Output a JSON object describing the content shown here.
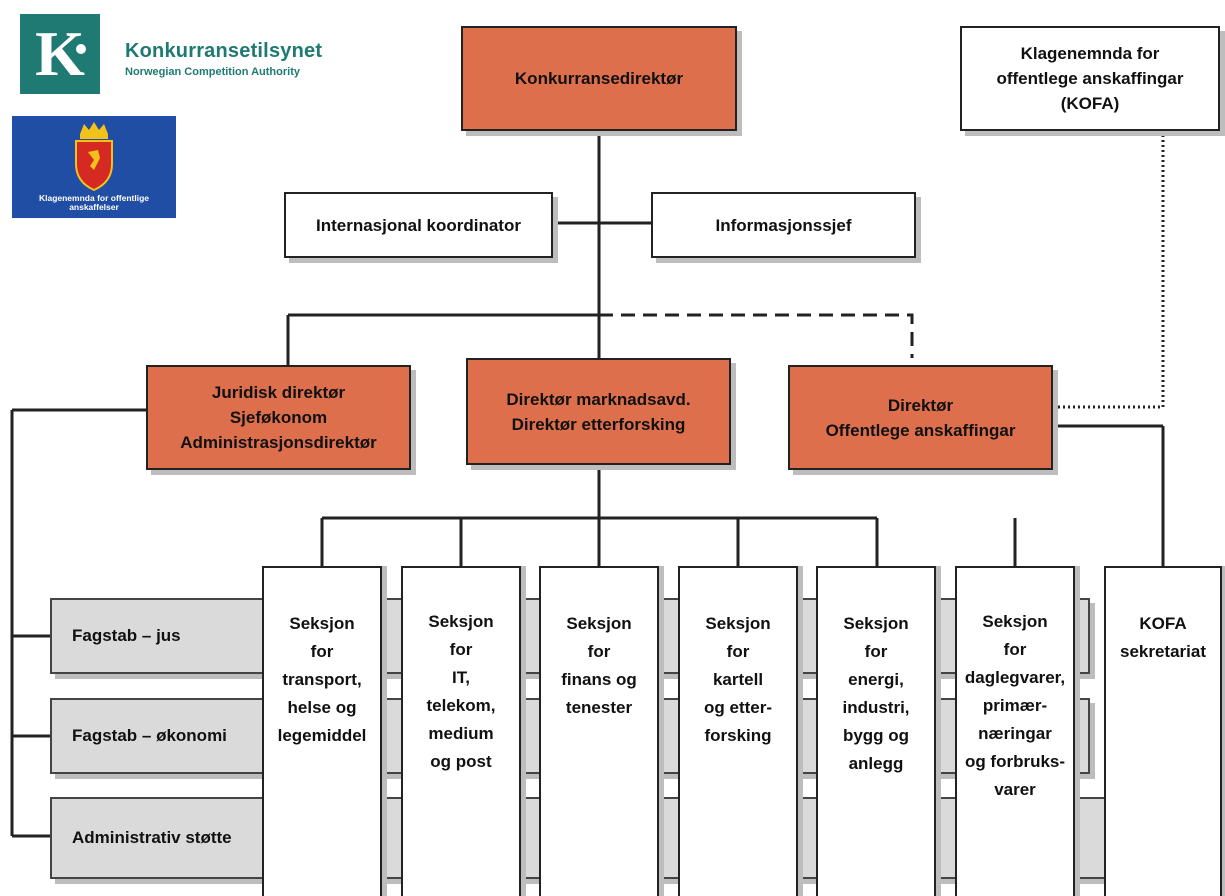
{
  "logos": {
    "konkurranse": {
      "letter": "K",
      "name": "Konkurransetilsynet",
      "subtitle": "Norwegian Competition Authority",
      "color": "#1e7a72"
    },
    "kofa": {
      "caption_line1": "Klagenemnda for offentlige",
      "caption_line2": "anskaffelser",
      "color": "#1f4ea4"
    }
  },
  "colors": {
    "director_fill": "#de6f4d",
    "staff_fill": "#dadada",
    "line": "#222222"
  },
  "top": {
    "director": "Konkurransedirektør"
  },
  "kofa_board": {
    "line1": "Klagenemnda for",
    "line2": "offentlege anskaffingar",
    "line3": "(KOFA)"
  },
  "staff": {
    "international": "Internasjonal koordinator",
    "info": "Informasjonssjef"
  },
  "directors": {
    "legal": {
      "line1": "Juridisk direktør",
      "line2": "Sjeføkonom",
      "line3": "Administrasjonsdirektør"
    },
    "market": {
      "line1": "Direktør marknadsavd.",
      "line2": "Direktør etterforsking"
    },
    "procurement": {
      "line1": "Direktør",
      "line2": "Offentlege anskaffingar"
    }
  },
  "staff_bands": {
    "law": "Fagstab – jus",
    "economics": "Fagstab – økonomi",
    "admin": "Administrativ støtte"
  },
  "sections": [
    {
      "lines": [
        "Seksjon",
        "for",
        "transport,",
        "helse og",
        "legemiddel"
      ]
    },
    {
      "lines": [
        "Seksjon",
        "for",
        "IT,",
        "telekom,",
        "medium",
        "og post"
      ]
    },
    {
      "lines": [
        "Seksjon",
        "for",
        "finans og",
        "tenester"
      ]
    },
    {
      "lines": [
        "Seksjon",
        "for",
        "kartell",
        "og etter-",
        "forsking"
      ]
    },
    {
      "lines": [
        "Seksjon",
        "for",
        "energi,",
        "industri,",
        "bygg og",
        "anlegg"
      ]
    },
    {
      "lines": [
        "Seksjon",
        "for",
        "daglegvarer,",
        "primær-",
        "næringar",
        "og forbruks-",
        "varer"
      ]
    }
  ],
  "kofa_secretariat": {
    "line1": "KOFA",
    "line2": "sekretariat"
  }
}
